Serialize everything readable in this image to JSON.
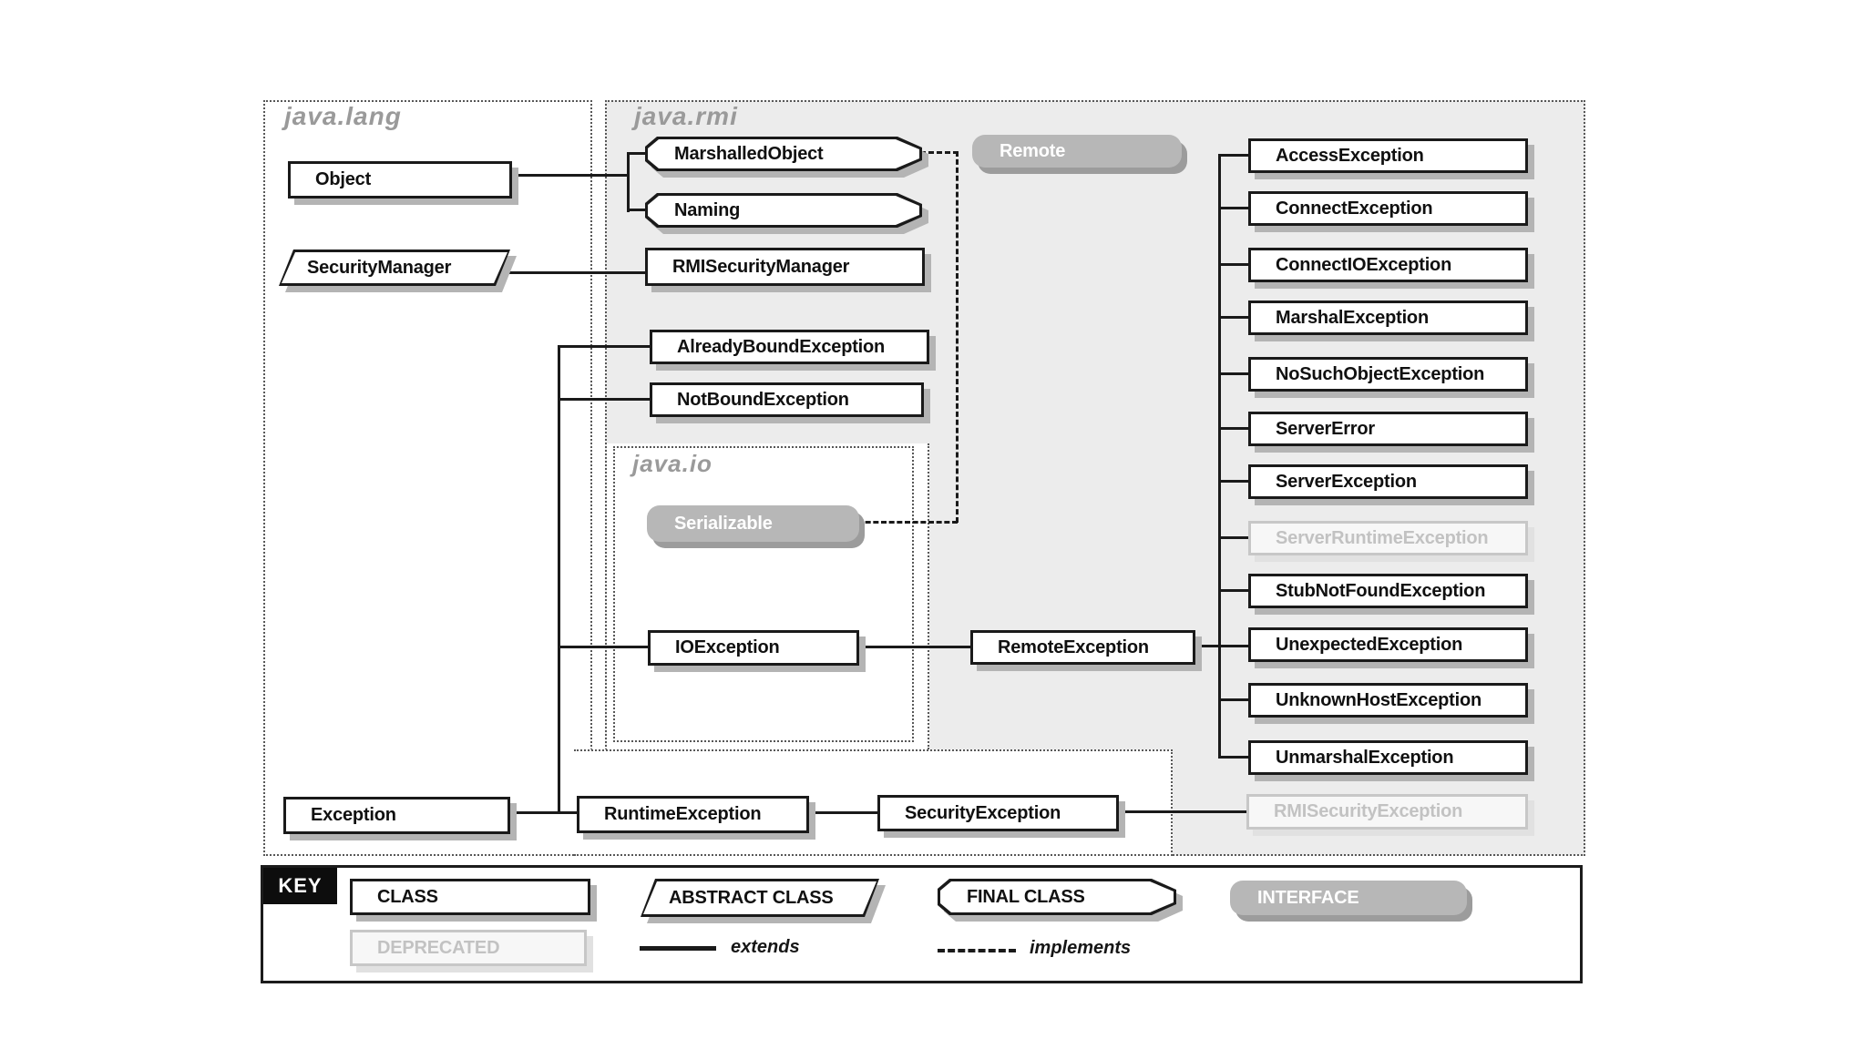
{
  "packages": {
    "java_lang": "java.lang",
    "java_rmi": "java.rmi",
    "java_io": "java.io"
  },
  "nodes": {
    "object": {
      "label": "Object",
      "type": "class"
    },
    "security_manager": {
      "label": "SecurityManager",
      "type": "abstract-class"
    },
    "exception": {
      "label": "Exception",
      "type": "class"
    },
    "marshalled_object": {
      "label": "MarshalledObject",
      "type": "final-class"
    },
    "naming": {
      "label": "Naming",
      "type": "final-class"
    },
    "rmi_security_manager": {
      "label": "RMISecurityManager",
      "type": "class"
    },
    "already_bound_exception": {
      "label": "AlreadyBoundException",
      "type": "class"
    },
    "not_bound_exception": {
      "label": "NotBoundException",
      "type": "class"
    },
    "remote": {
      "label": "Remote",
      "type": "interface"
    },
    "serializable": {
      "label": "Serializable",
      "type": "interface"
    },
    "io_exception": {
      "label": "IOException",
      "type": "class"
    },
    "runtime_exception": {
      "label": "RuntimeException",
      "type": "class"
    },
    "security_exception": {
      "label": "SecurityException",
      "type": "class"
    },
    "remote_exception": {
      "label": "RemoteException",
      "type": "class"
    },
    "rmi_security_exception": {
      "label": "RMISecurityException",
      "type": "deprecated-class"
    },
    "access_exception": {
      "label": "AccessException",
      "type": "class"
    },
    "connect_exception": {
      "label": "ConnectException",
      "type": "class"
    },
    "connect_io_exception": {
      "label": "ConnectIOException",
      "type": "class"
    },
    "marshal_exception": {
      "label": "MarshalException",
      "type": "class"
    },
    "no_such_object_exception": {
      "label": "NoSuchObjectException",
      "type": "class"
    },
    "server_error": {
      "label": "ServerError",
      "type": "class"
    },
    "server_exception": {
      "label": "ServerException",
      "type": "class"
    },
    "server_runtime_exception": {
      "label": "ServerRuntimeException",
      "type": "deprecated-class"
    },
    "stub_not_found_exception": {
      "label": "StubNotFoundException",
      "type": "class"
    },
    "unexpected_exception": {
      "label": "UnexpectedException",
      "type": "class"
    },
    "unknown_host_exception": {
      "label": "UnknownHostException",
      "type": "class"
    },
    "unmarshal_exception": {
      "label": "UnmarshalException",
      "type": "class"
    }
  },
  "key": {
    "title": "KEY",
    "class_label": "CLASS",
    "abstract_label": "ABSTRACT CLASS",
    "final_label": "FINAL CLASS",
    "interface_label": "INTERFACE",
    "deprecated_label": "DEPRECATED",
    "extends_label": "extends",
    "implements_label": "implements"
  },
  "colors": {
    "package_fill": "#ececec",
    "interface_fill": "#b7b7b7",
    "deprecated_gray": "#c2c2c2",
    "line_black": "#1a1a1a",
    "shadow_gray": "#b4b4b4"
  }
}
